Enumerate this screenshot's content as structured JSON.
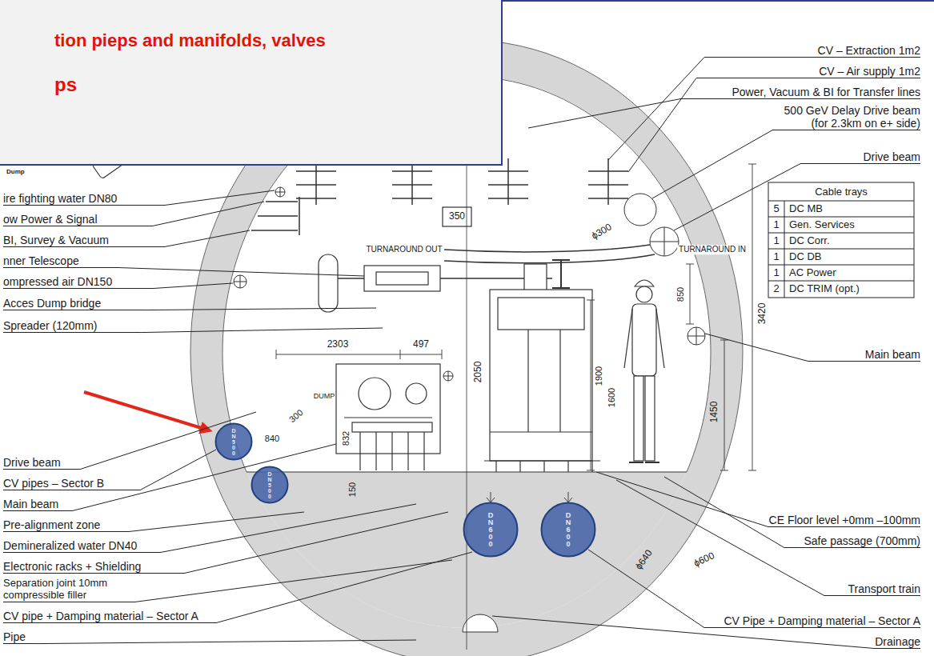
{
  "diagram": {
    "nodes": [
      {
        "text": [
          "tion pieps and manifolds, valves",
          "ps"
        ]
      },
      {
        "text": [
          "DN 500"
        ]
      },
      {
        "text": [
          "DN 500"
        ]
      },
      {
        "text": [
          "DN 600"
        ]
      },
      {
        "text": [
          "DN 600"
        ]
      }
    ],
    "labels": [
      "CV – Extraction 1m2",
      "CV – Air supply 1m2",
      "Power, Vacuum & BI for Transfer lines",
      "500 GeV Delay Drive beam (for 2.3km on e+ side)",
      "Drive beam",
      "Main beam",
      "CE Floor level +0mm –100mm",
      "Safe passage (700mm)",
      "Transport train",
      "CV Pipe + Damping material – Sector A",
      "Drainage",
      "Dump",
      "ire fighting water DN80",
      "ow Power & Signal",
      "BI, Survey & Vacuum",
      "nner Telescope",
      "ompressed air DN150",
      "Acces Dump bridge",
      "Spreader (120mm)",
      "Drive beam",
      "CV pipes – Sector B",
      "Main beam",
      "Pre-alignment zone",
      "Demineralized water DN40",
      "Electronic racks + Shielding",
      "Separation joint 10mm compressible filler",
      "CV pipe + Damping material – Sector A",
      "Pipe",
      "Cable trays",
      "5",
      "DC MB",
      "1",
      "Gen. Services",
      "1",
      "DC Corr.",
      "1",
      "DC DB",
      "1",
      "AC Power",
      "2",
      "DC TRIM (opt.)",
      "350",
      "ϕ300",
      "TURNAROUND OUT",
      "TURNAROUND IN",
      "850",
      "3420",
      "2303",
      "497",
      "2050",
      "1900",
      "1600",
      "1450",
      "DUMP",
      "300",
      "840",
      "832",
      "150",
      "ϕ600",
      "ϕ640"
    ]
  }
}
